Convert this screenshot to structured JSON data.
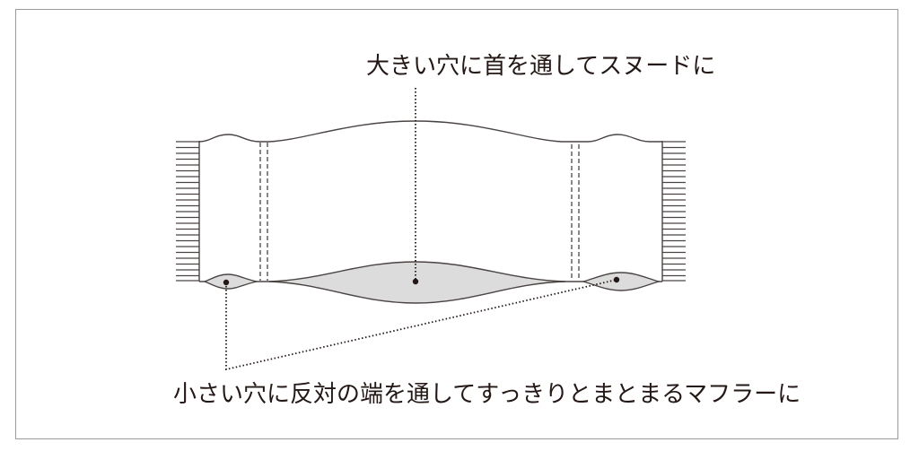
{
  "diagram": {
    "title": "Scarf with holes diagram",
    "labels": {
      "large_hole": "大きい穴に首を通してスヌードに",
      "small_hole": "小さい穴に反対の端を通してすっきりとまとまるマフラーに"
    },
    "colors": {
      "line": "#4a4543",
      "hole_fill": "#dcdcdc",
      "text": "#231815",
      "frame": "#9a9a9a",
      "background": "#ffffff"
    },
    "parts": {
      "fringe_left": "fringe",
      "fringe_right": "fringe",
      "large_hole": "large-hole",
      "small_hole_left": "small-hole-left",
      "small_hole_right": "small-hole-right"
    }
  }
}
